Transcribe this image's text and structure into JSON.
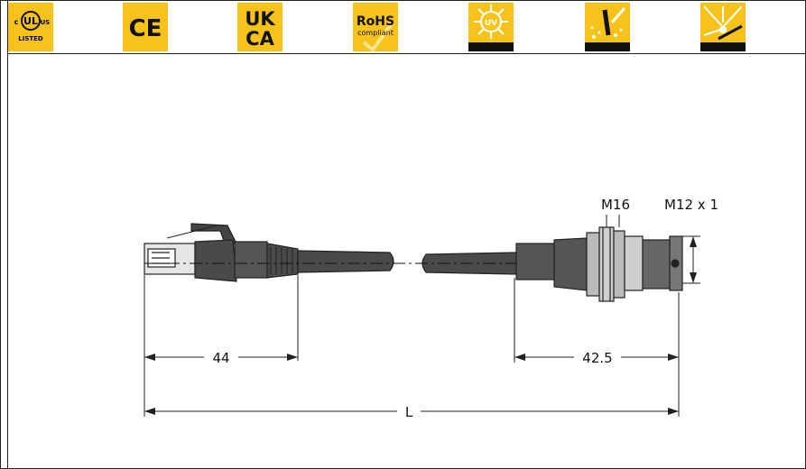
{
  "badges": [
    {
      "icon": "ul-listed-icon",
      "lines": [
        "c",
        "UL",
        "US",
        "LISTED"
      ]
    },
    {
      "icon": "ce-mark-icon",
      "text": "CE"
    },
    {
      "icon": "ukca-mark-icon",
      "lines": [
        "UK",
        "CA"
      ]
    },
    {
      "icon": "rohs-compliant-icon",
      "lines": [
        "RoHS",
        "compliant"
      ]
    },
    {
      "icon": "uv-resistant-icon",
      "text": "UV"
    },
    {
      "icon": "welding-spark-resistant-icon"
    },
    {
      "icon": "flame-resistant-icon"
    }
  ],
  "colors": {
    "badge_yellow": "#f7c21a",
    "cable": "#4a4a4a",
    "dimension": "#222222"
  },
  "dimensions": {
    "left_length": "44",
    "right_length": "42.5",
    "total_length": "L",
    "thread_nut": "M16",
    "thread_connector": "M12 x 1"
  }
}
